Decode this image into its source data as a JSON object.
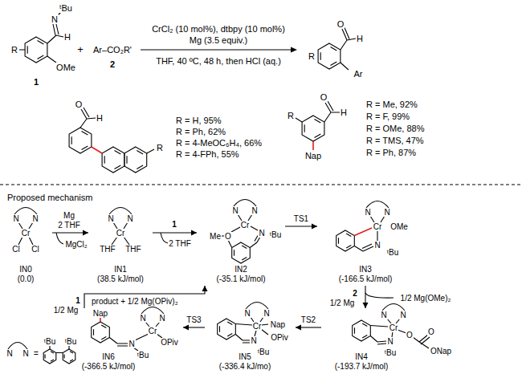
{
  "diagram": {
    "nodes": [
      {
        "text": [
          "IN0",
          "(0.0)"
        ]
      },
      {
        "text": [
          "IN1",
          "(38.5 kJ/mol)"
        ]
      },
      {
        "text": [
          "IN2",
          "(-35.1 kJ/mol)"
        ]
      },
      {
        "text": [
          "IN3",
          "(-166.5 kJ/mol)"
        ]
      },
      {
        "text": [
          "IN4",
          "(-193.7 kJ/mol)"
        ]
      },
      {
        "text": [
          "IN5",
          "(-336.4 kJ/mo)"
        ]
      },
      {
        "text": [
          "IN6",
          "(-366.5 kJ/mol)"
        ]
      }
    ],
    "edges": [
      {
        "from": 0,
        "to": 1,
        "arrow": "to"
      },
      {
        "from": 1,
        "to": 2,
        "arrow": "to"
      },
      {
        "from": 2,
        "to": 3,
        "label": "TS1",
        "arrow": "to"
      },
      {
        "from": 3,
        "to": 4,
        "arrow": "to"
      },
      {
        "from": 4,
        "to": 5,
        "label": "TS2",
        "arrow": "to"
      },
      {
        "from": 5,
        "to": 6,
        "label": "TS3",
        "arrow": "to"
      },
      {
        "from": 6,
        "to": 2,
        "arrow": "to"
      }
    ],
    "labels": [
      "N",
      "ᵗBu",
      "H",
      "R",
      "OMe",
      "1",
      "+",
      "Ar–CO₂R'",
      "2",
      "CrCl₂ (10 mol%), dtbpy (10 mol%)",
      "Mg (3.5 equiv.)",
      "THF, 40 ºC, 48 h, then HCl (aq.)",
      "O",
      "H",
      "Ar",
      "R",
      "O",
      "H",
      "R",
      "R = H, 95%",
      "R = Ph, 62%",
      "R = 4-MeOC₆H₄, 66%",
      "R = 4-FPh, 55%",
      "R",
      "O",
      "H",
      "Nap",
      "R = Me, 92%",
      "R = F, 99%",
      "R = OMe, 88%",
      "R = TMS, 47%",
      "R = Ph, 87%",
      "Proposed mechanism",
      "N",
      "N",
      "Cr",
      "Cl",
      "Cl",
      "Mg",
      "2 THF",
      "MgCl₂",
      "N",
      "N",
      "Cr",
      "THF",
      "THF",
      "1",
      "2 THF",
      "N",
      "N",
      "Cr",
      "Me",
      "O",
      "N",
      "ᵗBu",
      "N",
      "N",
      "Cr",
      "OMe",
      "N",
      "ᵗBu",
      "2",
      "1/2 Mg",
      "1/2 Mg(OMe)₂",
      "N",
      "N",
      "Cr",
      "N",
      "ᵗBu",
      "O",
      "O",
      "ONap",
      "N",
      "N",
      "Cr",
      "Nap",
      "OPiv",
      "N",
      "ᵗBu",
      "Nap",
      "N",
      "N",
      "Cr",
      "N",
      "OPiv",
      "ᵗBu",
      "1",
      "1/2 Mg",
      "product + 1/2 Mg(OPiv)₂",
      "N",
      "N",
      "=",
      "ᵗBu",
      "ᵗBu"
    ]
  }
}
